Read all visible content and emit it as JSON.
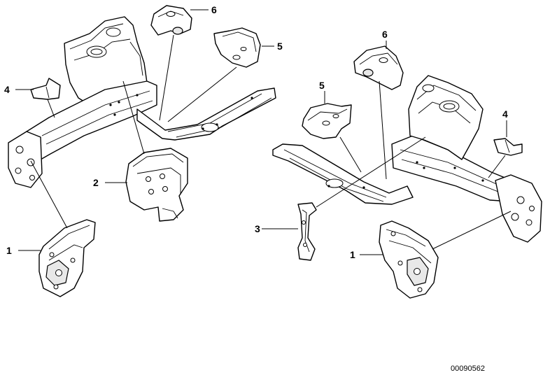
{
  "callouts": {
    "left_6": "6",
    "left_5": "5",
    "left_4": "4",
    "left_2": "2",
    "left_1": "1",
    "right_6": "6",
    "right_5": "5",
    "right_4": "4",
    "right_3": "3",
    "right_1": "1"
  },
  "reference_number": "00090562",
  "colors": {
    "line": "#000000",
    "background": "#ffffff",
    "shade": "#e8e8e8"
  }
}
